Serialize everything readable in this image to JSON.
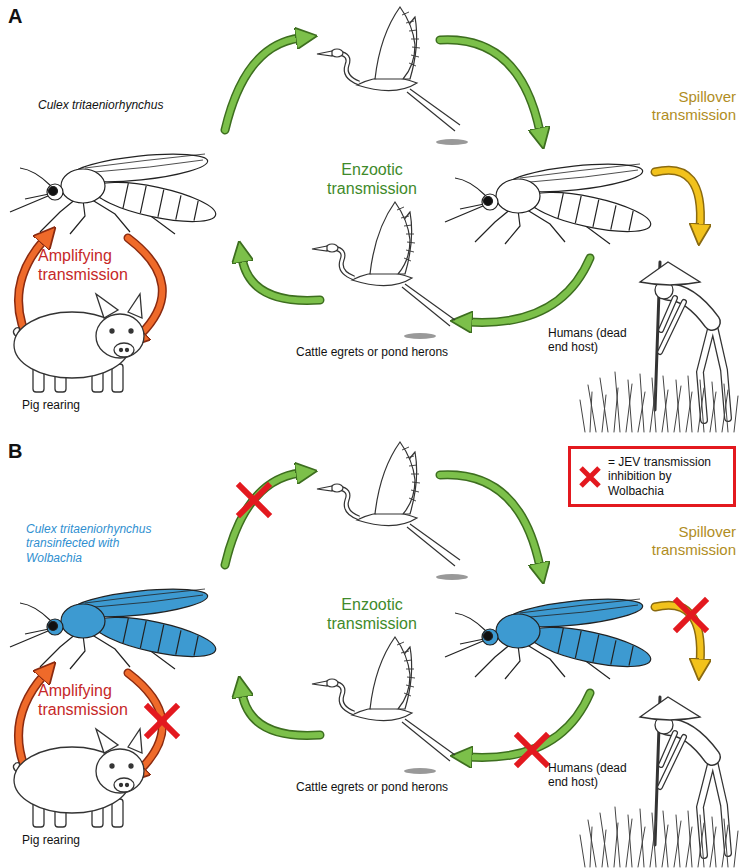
{
  "diagram": {
    "labels": [
      "A",
      "Culex tritaeniorhynchus",
      "Enzootic transmission",
      "Amplifying transmission",
      "Pig rearing",
      "Cattle egrets or pond herons",
      "Spillover transmission",
      "Humans (dead end host)",
      "B",
      "Culex tritaeniorhynchus transinfected with Wolbachia",
      "Enzootic transmission",
      "Amplifying transmission",
      "Pig rearing",
      "Cattle egrets or pond herons",
      "Spillover transmission",
      "Humans (dead end host)"
    ],
    "legend": [
      {
        "text": "= JEV transmission inhibition by Wolbachia"
      }
    ]
  }
}
